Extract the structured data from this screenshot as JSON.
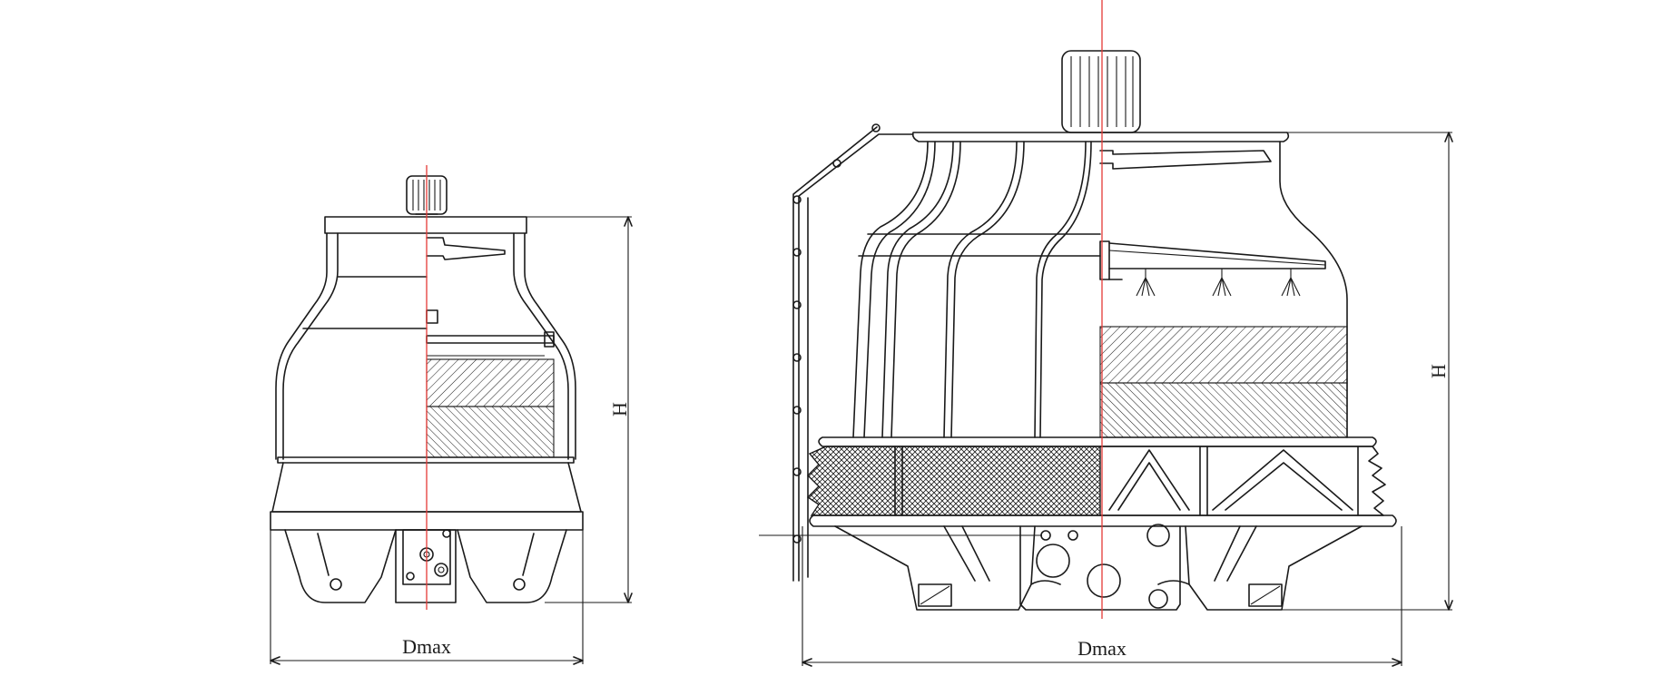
{
  "small_tower": {
    "width_label": "Dmax",
    "height_label": "H"
  },
  "large_tower": {
    "width_label": "Dmax",
    "height_label": "H"
  },
  "colors": {
    "outline": "#1a1a1a",
    "centerline": "#e53935",
    "background": "#ffffff"
  }
}
